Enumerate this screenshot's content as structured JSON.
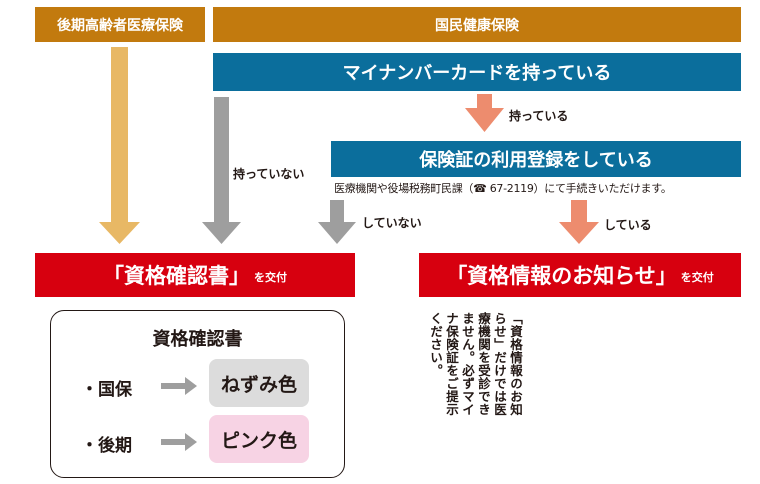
{
  "headers": {
    "elderly": "後期高齢者医療保険",
    "national": "国民健康保険"
  },
  "steps": {
    "my_number_card": "マイナンバーカードを持っている",
    "registration": "保険証の利用登録をしている"
  },
  "labels": {
    "has_card": "持っている",
    "no_card": "持っていない",
    "not_registered": "していない",
    "registered": "している"
  },
  "contact_note": "医療機関や役場税務町民課（☎ 67-2119）にて手続きいただけます。",
  "results": {
    "certificate_main": "「資格確認書」",
    "certificate_suffix": "を交付",
    "info_main": "「資格情報のお知らせ」",
    "info_suffix": "を交付"
  },
  "legend": {
    "title": "資格確認書",
    "rows": [
      {
        "label": "・国保",
        "color_name": "ねずみ色",
        "swatch": "#dcdcdc"
      },
      {
        "label": "・後期",
        "color_name": "ピンク色",
        "swatch": "#f7d3e4"
      }
    ]
  },
  "vertical_note": "「資格情報のお知らせ」だけでは医療機関を受診できません。必ずマイナ保険証をご提示ください。",
  "colors": {
    "tan": "#c27a0e",
    "blue": "#0b6e9c",
    "red": "#d7000f",
    "tan_arrow": "#e8b865",
    "gray_arrow": "#9e9e9e",
    "salmon_arrow": "#ed8c6e"
  }
}
